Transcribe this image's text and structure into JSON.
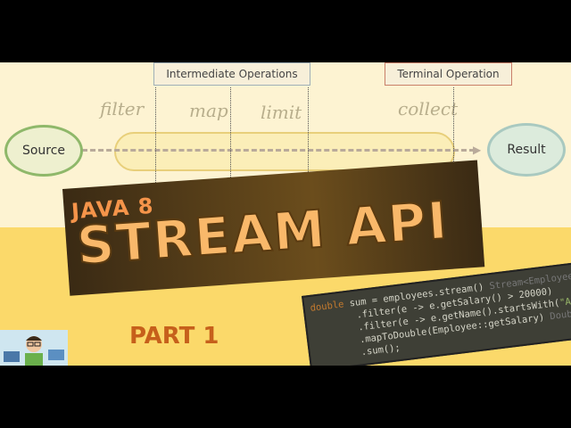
{
  "diagram": {
    "intermediate_label": "Intermediate Operations",
    "terminal_label": "Terminal Operation",
    "operations": [
      "filter",
      "map",
      "limit",
      "collect"
    ],
    "source": "Source",
    "result": "Result"
  },
  "title": {
    "java": "JAVA 8",
    "main": "STREAM API",
    "part": "PART 1"
  },
  "code": {
    "line1_kw": "double",
    "line1": " sum = employees.stream() ",
    "line1_hint": "Stream<Employee>",
    "line2": "        .filter(e -> e.getSalary() > 20000)",
    "line3a": "        .filter(e -> e.getName().startsWith(",
    "line3_str": "\"A\"",
    "line3b": "))",
    "line4": "        .mapToDouble(Employee::getSalary) ",
    "line4_hint": "DoubleStre",
    "line5": "        .sum();"
  },
  "colors": {
    "accent": "#f9b86a",
    "banner": "#4a3516",
    "background": "#fbd96a"
  }
}
